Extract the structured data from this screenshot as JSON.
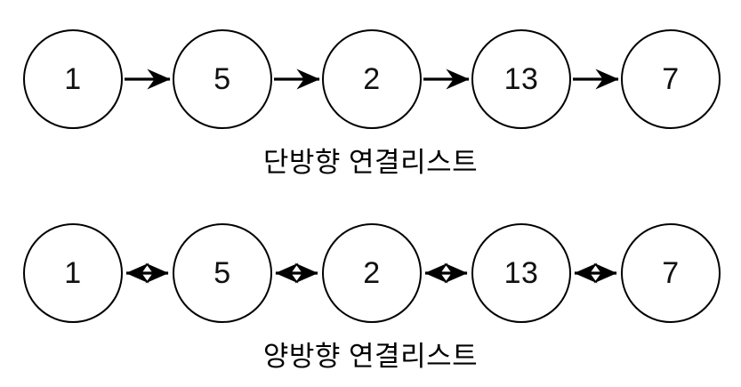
{
  "figure": {
    "background_color": "#ffffff",
    "stroke_color": "#000000",
    "node_text_color": "#111111"
  },
  "diagrams": [
    {
      "id": "singly",
      "caption": "단방향 연결리스트",
      "arrow_style": "single-headed",
      "nodes": [
        {
          "label": "1"
        },
        {
          "label": "5"
        },
        {
          "label": "2"
        },
        {
          "label": "13"
        },
        {
          "label": "7"
        }
      ],
      "links": [
        {
          "from": "1",
          "to": "5",
          "direction": "forward"
        },
        {
          "from": "5",
          "to": "2",
          "direction": "forward"
        },
        {
          "from": "2",
          "to": "13",
          "direction": "forward"
        },
        {
          "from": "13",
          "to": "7",
          "direction": "forward"
        }
      ]
    },
    {
      "id": "doubly",
      "caption": "양방향 연결리스트",
      "arrow_style": "double-headed",
      "nodes": [
        {
          "label": "1"
        },
        {
          "label": "5"
        },
        {
          "label": "2"
        },
        {
          "label": "13"
        },
        {
          "label": "7"
        }
      ],
      "links": [
        {
          "from": "1",
          "to": "5",
          "direction": "both"
        },
        {
          "from": "5",
          "to": "2",
          "direction": "both"
        },
        {
          "from": "2",
          "to": "13",
          "direction": "both"
        },
        {
          "from": "13",
          "to": "7",
          "direction": "both"
        }
      ]
    }
  ]
}
